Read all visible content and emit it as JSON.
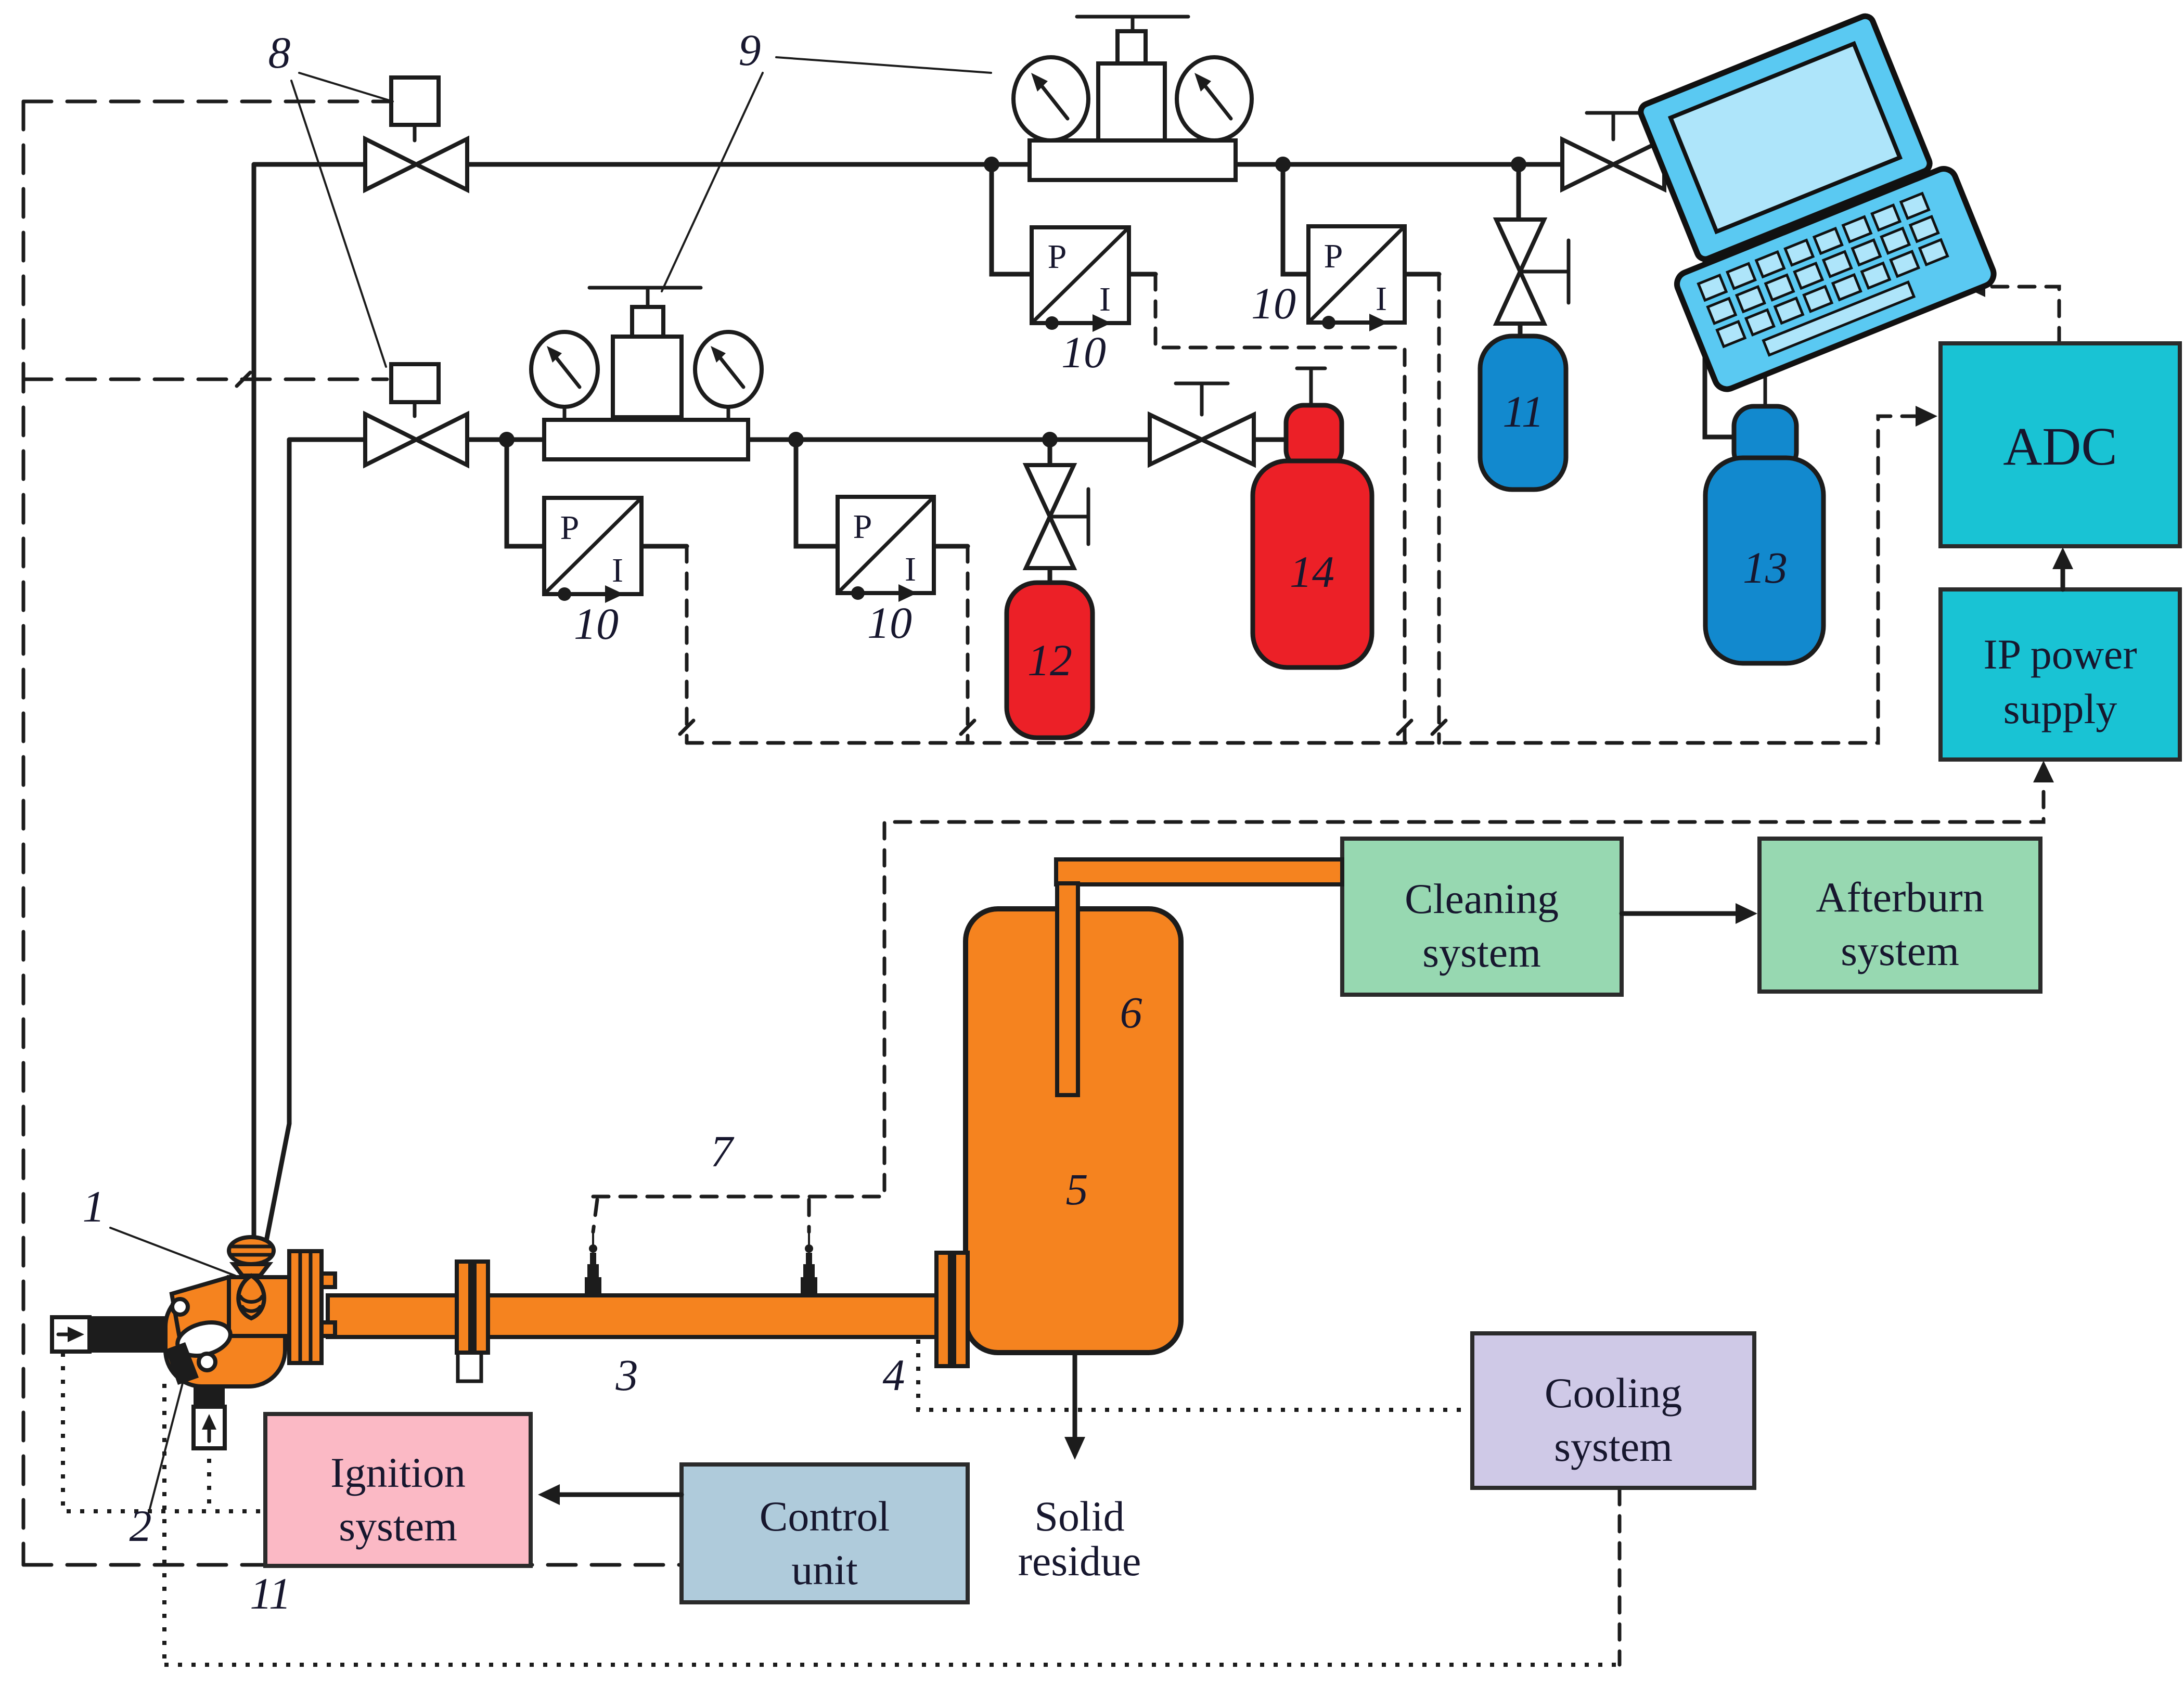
{
  "diagram": {
    "boxes": {
      "adc": {
        "label": "ADC",
        "fill": "#19C3D4"
      },
      "ip": {
        "line1": "IP power",
        "line2": "supply",
        "fill": "#19C3D4"
      },
      "cleaning": {
        "line1": "Cleaning",
        "line2": "system",
        "fill": "#97D8B1"
      },
      "afterburn": {
        "line1": "Afterburn",
        "line2": "system",
        "fill": "#97D8B1"
      },
      "cooling": {
        "line1": "Cooling",
        "line2": "system",
        "fill": "#CFC9E7"
      },
      "ignition": {
        "line1": "Ignition",
        "line2": "system",
        "fill": "#FBB9C5"
      },
      "control": {
        "line1": "Control",
        "line2": "unit",
        "fill": "#AFCBDB"
      }
    },
    "annotations": {
      "solid_residue_1": "Solid",
      "solid_residue_2": "residue"
    },
    "callouts": {
      "c1": "1",
      "c2": "2",
      "c3": "3",
      "c4": "4",
      "c5": "5",
      "c6": "6",
      "c7": "7",
      "c8": "8",
      "c9": "9",
      "c10": "10",
      "c11_line": "11",
      "c11_cyl": "11",
      "c12": "12",
      "c13": "13",
      "c14": "14"
    },
    "pi_converter": {
      "p": "P",
      "i": "I"
    },
    "colors": {
      "pipe_orange": "#F5831F",
      "oxidizer_red": "#EC2027",
      "fuel_blue": "#1289CE",
      "instrument_teal": "#19C3D4",
      "laptop_body": "#5AC9F2",
      "laptop_screen": "#AEE5FA",
      "line": "#1C1C1C"
    }
  }
}
